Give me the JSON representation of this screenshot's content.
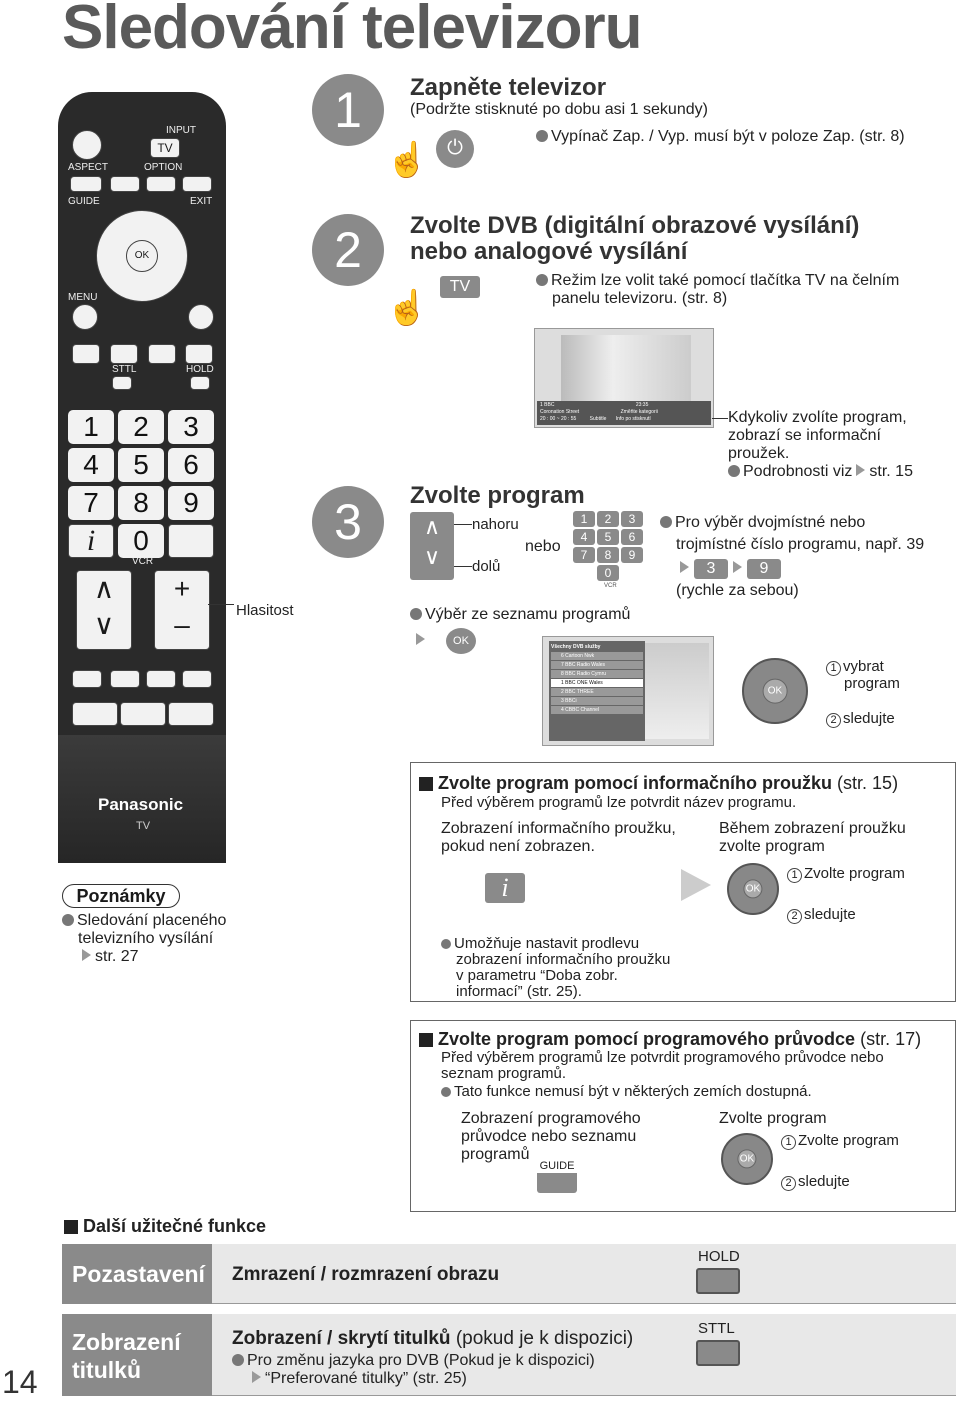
{
  "page_title": "Sledování televizoru",
  "page_number": "14",
  "remote": {
    "input": "INPUT",
    "tv": "TV",
    "aspect": "ASPECT",
    "option": "OPTION",
    "guide": "GUIDE",
    "exit": "EXIT",
    "ok": "OK",
    "menu": "MENU",
    "sttl": "STTL",
    "hold": "HOLD",
    "vcr": "VCR",
    "keys": [
      "1",
      "2",
      "3",
      "4",
      "5",
      "6",
      "7",
      "8",
      "9",
      "0"
    ],
    "brand": "Panasonic",
    "brand_tv": "TV",
    "hlasitost": "Hlasitost"
  },
  "step1": {
    "num": "1",
    "title": "Zapněte televizor",
    "sub": "(Podržte stisknuté po dobu asi 1 sekundy)",
    "note": "Vypínač Zap. / Vyp. musí být v poloze Zap. (str. 8)"
  },
  "step2": {
    "num": "2",
    "title1": "Zvolte DVB (digitální obrazové vysílání)",
    "title2": "nebo analogové vysílání",
    "tv_key": "TV",
    "note1": "Režim lze volit také pomocí tlačítka TV na čelním",
    "note2": "panelu televizoru. (str. 8)"
  },
  "step3": {
    "num": "3",
    "title": "Zvolte program",
    "up": "nahoru",
    "down": "dolů",
    "or": "nebo",
    "keys": [
      "1",
      "2",
      "3",
      "4",
      "5",
      "6",
      "7",
      "8",
      "9",
      "0"
    ],
    "vcr": "VCR",
    "list_note": "Výběr ze seznamu programů",
    "ok": "OK",
    "info": [
      "Kdykoliv zvolíte program,",
      "zobrazí se informační",
      "proužek."
    ],
    "info_detail": "Podrobnosti viz",
    "info_page": "str. 15",
    "multi1": "Pro výběr dvojmístné nebo",
    "multi2": "trojmístné číslo programu, např. 39",
    "k3": "3",
    "k9": "9",
    "fast": "(rychle za sebou)",
    "banner": {
      "ch": "1 BBC",
      "prog": "Coronation Street",
      "time": "20 : 00 ~ 20 : 55",
      "clock": "23:35",
      "sub": "Subtitle",
      "cat": "Změňte kategorii",
      "info": "Info po stisknutí"
    },
    "list": {
      "title": "Všechny DVB služby",
      "items": [
        "6 Cartoon Nwk",
        "7 BBC Radio Wales",
        "8 BBC Radio Cymru",
        "1 BBC ONE Wales",
        "2 BBC THREE",
        "3 BBCi",
        "4 CBBC Channel"
      ]
    },
    "select": "vybrat",
    "select2": "program",
    "watch": "sledujte",
    "n1": "1",
    "n2": "2"
  },
  "info_section": {
    "title": "Zvolte program pomocí informačního proužku",
    "page": "(str. 15)",
    "sub": "Před výběrem programů lze potvrdit název programu.",
    "col1a": "Zobrazení informačního proužku,",
    "col1b": "pokud není zobrazen.",
    "col2a": "Během zobrazení proužku",
    "col2b": "zvolte program",
    "choose": "Zvolte program",
    "watch": "sledujte",
    "n1": "1",
    "n2": "2",
    "note": [
      "Umožňuje nastavit prodlevu",
      "zobrazení informačního proužku",
      "v parametru “Doba zobr.",
      "informací” (str. 25)."
    ],
    "ok": "OK"
  },
  "guide_section": {
    "title": "Zvolte program pomocí programového průvodce",
    "page": "(str. 17)",
    "sub1": "Před výběrem programů lze potvrdit programového průvodce nebo",
    "sub2": "seznam programů.",
    "note": "Tato funkce nemusí být v některých zemích dostupná.",
    "col1": [
      "Zobrazení programového",
      "průvodce nebo seznamu",
      "programů"
    ],
    "guide": "GUIDE",
    "col2": "Zvolte program",
    "choose": "Zvolte program",
    "watch": "sledujte",
    "n1": "1",
    "n2": "2",
    "ok": "OK"
  },
  "notes": {
    "title": "Poznámky",
    "text": [
      "Sledování placeného",
      "televizního vysílání"
    ],
    "page": "str. 27"
  },
  "more": {
    "title": "Další užitečné funkce",
    "rows": [
      {
        "label": "Pozastavení",
        "desc": "Zmrazení / rozmrazení obrazu",
        "key": "HOLD"
      },
      {
        "label1": "Zobrazení",
        "label2": "titulků",
        "desc": "Zobrazení / skrytí titulků",
        "desc2": "(pokud je k dispozici)",
        "note": "Pro změnu jazyka pro DVB (Pokud je k dispozici)",
        "note2": "“Preferované titulky” (str. 25)",
        "key": "STTL"
      }
    ]
  }
}
